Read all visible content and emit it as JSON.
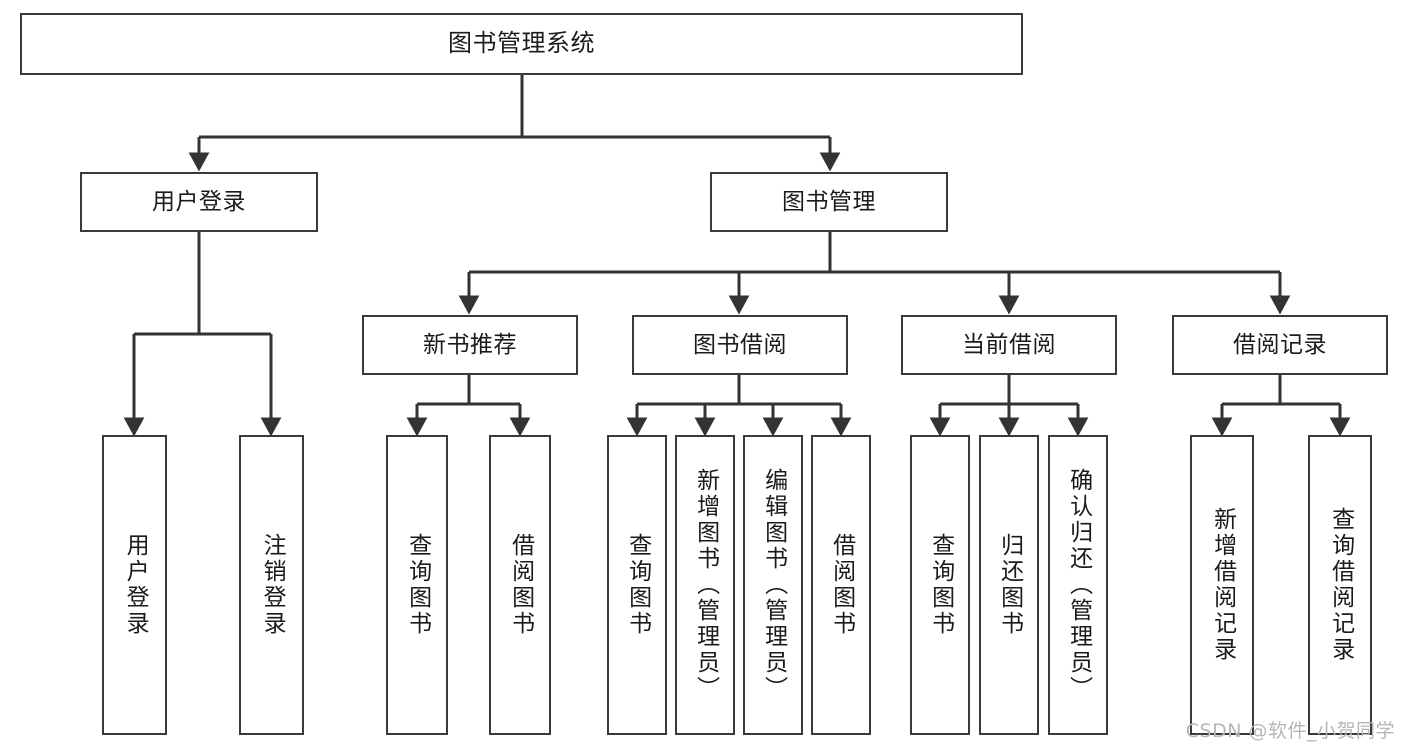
{
  "diagram": {
    "title": "图书管理系统",
    "watermark": "CSDN @软件_小贺同学",
    "colors": {
      "background": "#ffffff",
      "box_border": "#3a3a3a",
      "box_fill": "#ffffff",
      "connector": "#333333",
      "text": "#1b1b1b",
      "watermark": "#b6b6b6"
    },
    "nodes": {
      "root": {
        "label": "图书管理系统"
      },
      "level2": [
        {
          "id": "user-login",
          "label": "用户登录"
        },
        {
          "id": "book-manage",
          "label": "图书管理"
        }
      ],
      "level3": [
        {
          "id": "new-book-recommend",
          "label": "新书推荐"
        },
        {
          "id": "book-borrow",
          "label": "图书借阅"
        },
        {
          "id": "current-borrow",
          "label": "当前借阅"
        },
        {
          "id": "borrow-record",
          "label": "借阅记录"
        }
      ],
      "leaves": {
        "user_login": [
          {
            "id": "leaf-user-login",
            "label": "用户登录"
          },
          {
            "id": "leaf-logout-login",
            "label": "注销登录"
          }
        ],
        "new_book_recommend": [
          {
            "id": "leaf-query-book-1",
            "label": "查询图书"
          },
          {
            "id": "leaf-borrow-book-1",
            "label": "借阅图书"
          }
        ],
        "book_borrow": [
          {
            "id": "leaf-query-book-2",
            "label": "查询图书"
          },
          {
            "id": "leaf-add-book",
            "label": "新增图书（管理员）"
          },
          {
            "id": "leaf-edit-book",
            "label": "编辑图书（管理员）"
          },
          {
            "id": "leaf-borrow-book-2",
            "label": "借阅图书"
          }
        ],
        "current_borrow": [
          {
            "id": "leaf-query-book-3",
            "label": "查询图书"
          },
          {
            "id": "leaf-return-book",
            "label": "归还图书"
          },
          {
            "id": "leaf-confirm-return",
            "label": "确认归还（管理员）"
          }
        ],
        "borrow_record": [
          {
            "id": "leaf-add-record",
            "label": "新增借阅记录"
          },
          {
            "id": "leaf-query-record",
            "label": "查询借阅记录"
          }
        ]
      }
    }
  }
}
